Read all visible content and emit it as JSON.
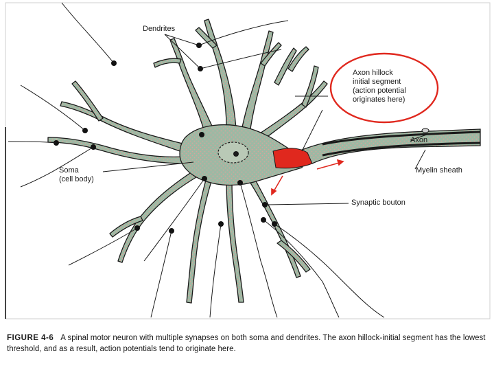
{
  "figure": {
    "labels": {
      "dendrites": "Dendrites",
      "axon_hillock": "Axon hillock\ninitial segment\n(action potential\noriginates here)",
      "axon": "Axon",
      "myelin": "Myelin sheath",
      "soma": "Soma\n(cell body)",
      "bouton": "Synaptic bouton"
    },
    "caption": {
      "number": "FIGURE 4-6",
      "text": "A spinal motor neuron with multiple synapses on both soma and dendrites. The axon hillock-initial segment has the lowest threshold, and as a result, action potentials tend to originate here."
    },
    "colors": {
      "cell_fill": "#9db9a4",
      "hillock": "#e0281e",
      "highlight_circle": "#e0281e",
      "ink": "#1a1a1a",
      "axon_tube": "#a5c3b0"
    }
  }
}
